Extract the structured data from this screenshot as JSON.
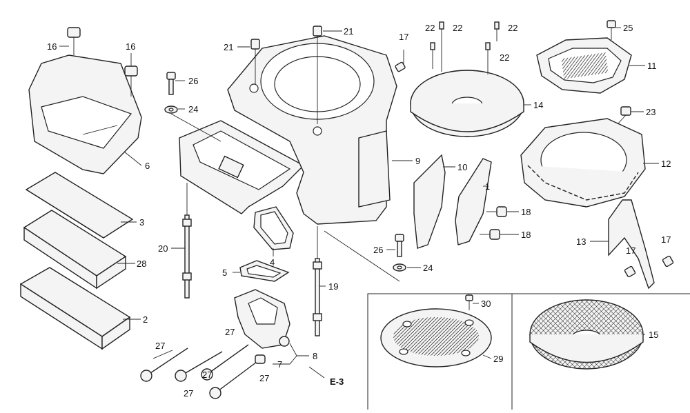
{
  "diagram": {
    "callouts": {
      "c16a": "16",
      "c16b": "16",
      "c6": "6",
      "c3": "3",
      "c28": "28",
      "c2": "2",
      "c20": "20",
      "c26a": "26",
      "c24a": "24",
      "c21a": "21",
      "c21b": "21",
      "c17a": "17",
      "c22a": "22",
      "c22b": "22",
      "c22c": "22",
      "c22d": "22",
      "c25": "25",
      "c11": "11",
      "c14": "14",
      "c23": "23",
      "c12": "12",
      "c9": "9",
      "c10": "10",
      "c1": "1",
      "c18a": "18",
      "c18b": "18",
      "c13": "13",
      "c17b": "17",
      "c17c": "17",
      "c26b": "26",
      "c24b": "24",
      "c4": "4",
      "c5": "5",
      "c19": "19",
      "c30": "30",
      "c29": "29",
      "c15": "15",
      "c27a": "27",
      "c27b": "27",
      "c27c": "27",
      "c27d": "27",
      "c8": "8",
      "c7": "7"
    },
    "reference": "E-3"
  }
}
